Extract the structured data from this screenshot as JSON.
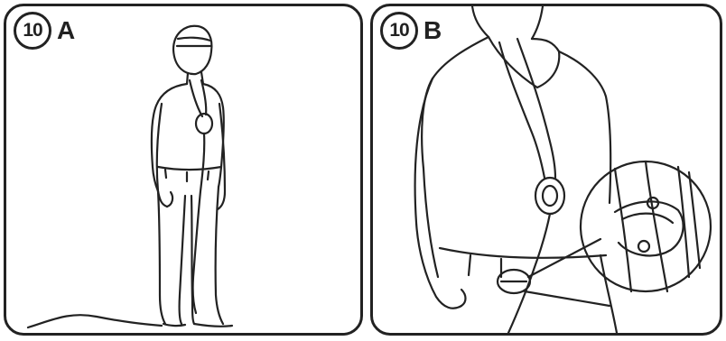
{
  "panels": [
    {
      "step_number": "10",
      "step_letter": "A"
    },
    {
      "step_number": "10",
      "step_letter": "B"
    }
  ],
  "colors": {
    "line": "#222222",
    "background": "#ffffff"
  },
  "icons": {
    "a": "standing-figure-with-lanyard",
    "b": "torso-closeup-with-clip-detail"
  }
}
